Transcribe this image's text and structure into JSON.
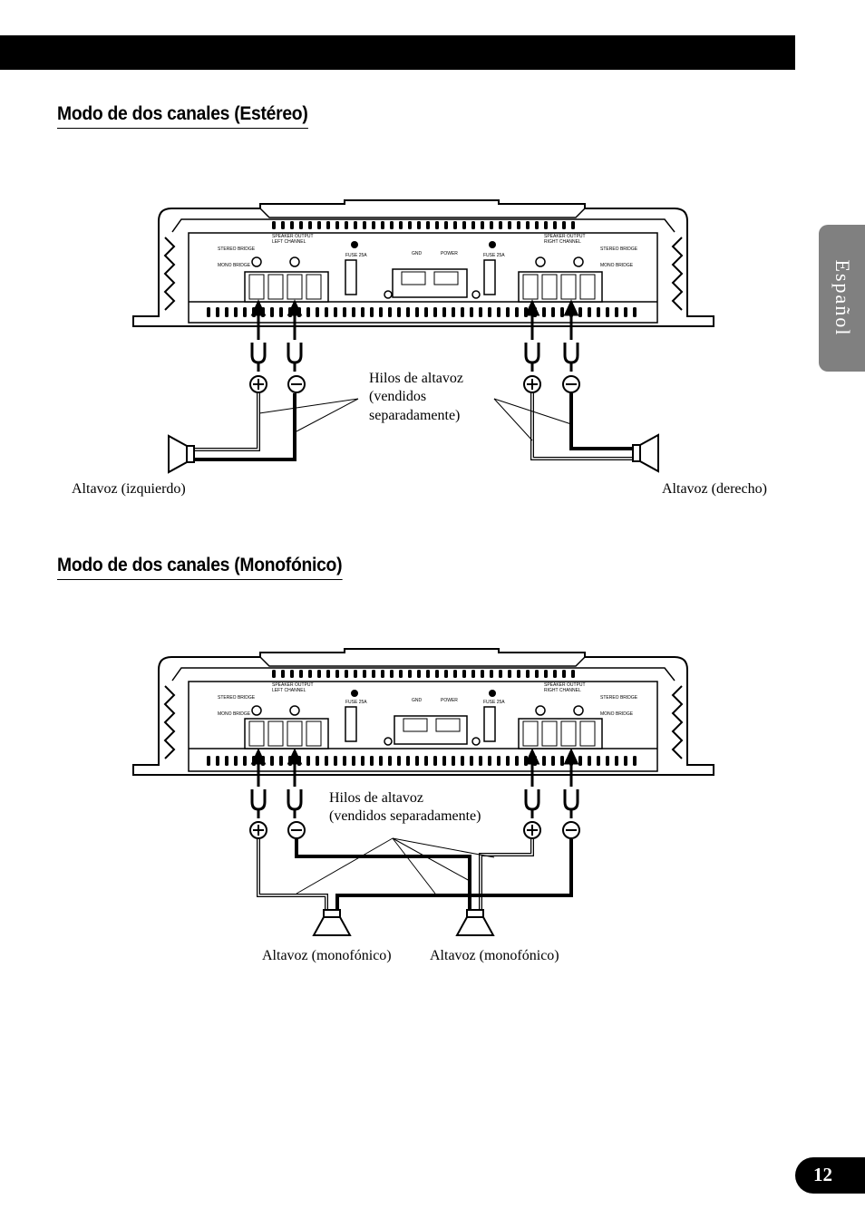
{
  "language_tab": "Español",
  "page_number": "12",
  "section_stereo": {
    "title": "Modo de dos canales (Estéreo)",
    "wires_label": [
      "Hilos de altavoz",
      "(vendidos",
      "separadamente)"
    ],
    "speaker_left_label": "Altavoz (izquierdo)",
    "speaker_right_label": "Altavoz (derecho)"
  },
  "section_mono": {
    "title": "Modo de dos canales (Monofónico)",
    "wires_label": [
      "Hilos de altavoz",
      "(vendidos separadamente)"
    ],
    "speaker_1_label": "Altavoz (monofónico)",
    "speaker_2_label": "Altavoz (monofónico)"
  },
  "amp_panel": {
    "stereo_bridge": "STEREO BRIDGE",
    "mono_bridge": "MONO BRIDGE",
    "speaker_output_left": [
      "SPEAKER OUTPUT",
      "LEFT CHANNEL"
    ],
    "speaker_output_right": [
      "SPEAKER OUTPUT",
      "RIGHT CHANNEL"
    ],
    "fuse": "FUSE 25A",
    "gnd": "GND",
    "power": "POWER"
  }
}
